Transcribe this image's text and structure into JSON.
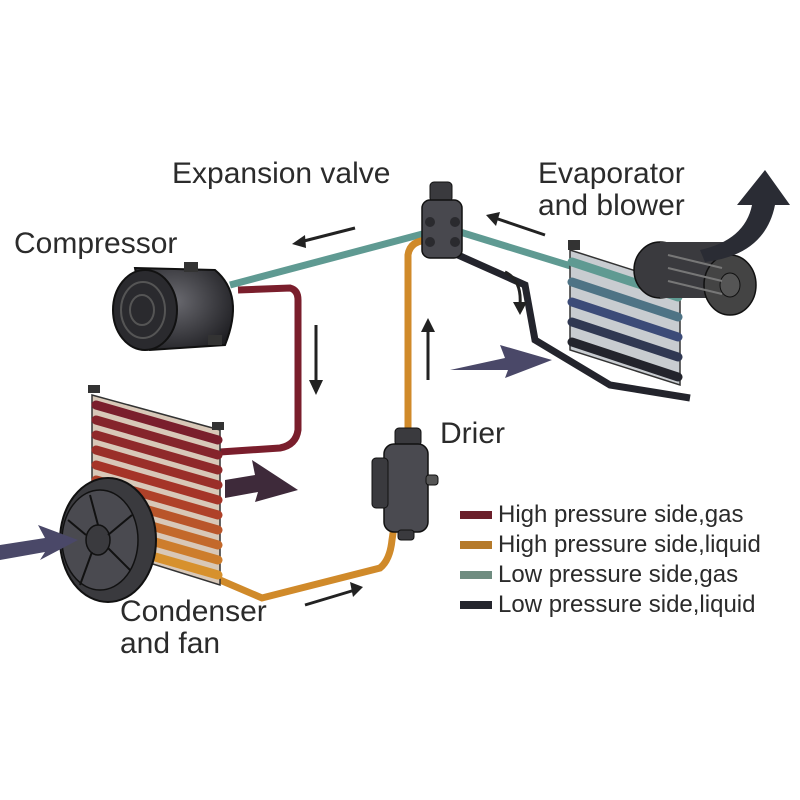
{
  "labels": {
    "expansion_valve": "Expansion valve",
    "evaporator": "Evaporator\nand blower",
    "compressor": "Compressor",
    "drier": "Drier",
    "condenser": "Condenser\nand fan"
  },
  "legend": [
    {
      "label": "High pressure side,gas",
      "color": "#6b1f2a"
    },
    {
      "label": "High pressure side,liquid",
      "color": "#b57a2a"
    },
    {
      "label": "Low pressure side,gas",
      "color": "#6f8c80"
    },
    {
      "label": "Low pressure side,liquid",
      "color": "#25262d"
    }
  ],
  "colors": {
    "high_gas": "#7a1e2c",
    "high_liquid": "#d08a2a",
    "low_gas": "#5f9a92",
    "low_liquid": "#23242c",
    "airflow": "#4a4868",
    "component": "#3a3a3e"
  }
}
